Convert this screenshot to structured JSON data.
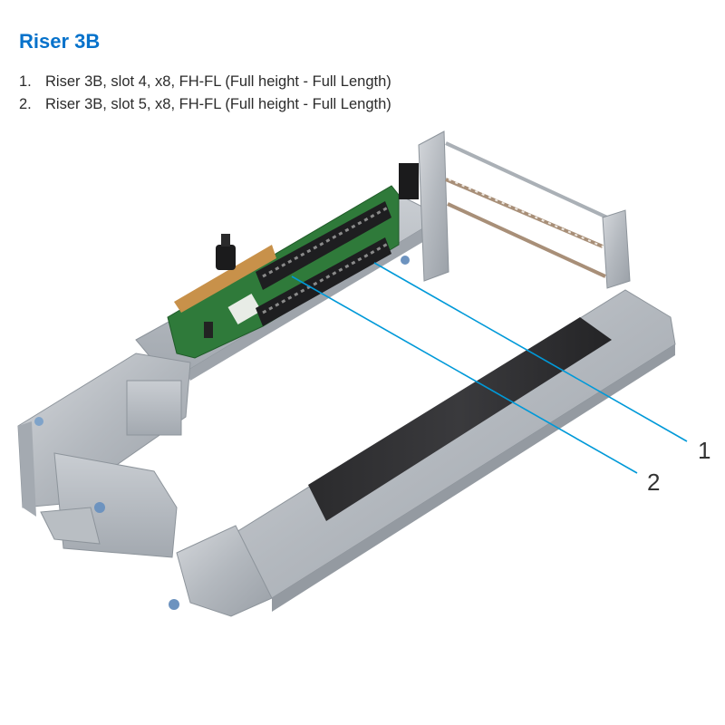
{
  "heading": "Riser 3B",
  "items": [
    {
      "number": "1.",
      "text": "Riser 3B, slot 4, x8, FH-FL (Full height - Full Length)"
    },
    {
      "number": "2.",
      "text": "Riser 3B, slot 5, x8, FH-FL (Full height - Full Length)"
    }
  ],
  "figure": {
    "subject": "riser-3b-cage-illustration",
    "callouts": [
      {
        "label": "1",
        "color": "#0099d8"
      },
      {
        "label": "2",
        "color": "#0099d8"
      }
    ]
  }
}
